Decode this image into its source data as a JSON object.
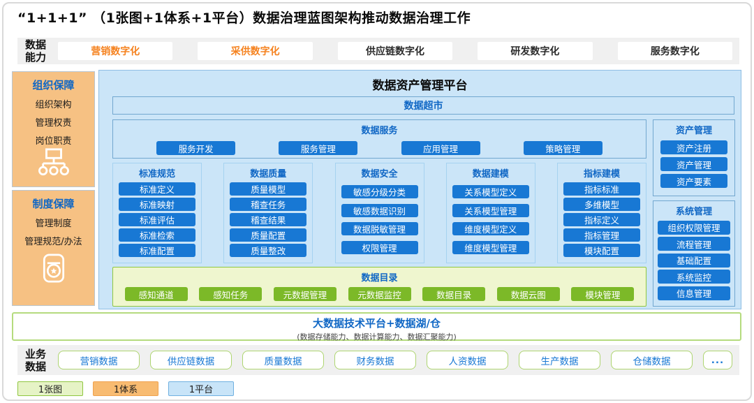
{
  "title": "“1+1+1”  （1张图+1体系+1平台）数据治理蓝图架构推动数据治理工作",
  "colors": {
    "accent_blue": "#1878D4",
    "title_blue": "#1067C5",
    "accent_orange": "#F5821F",
    "panel_blue": "#CBE5F8",
    "guard_orange": "#F6C183",
    "catalog_green_bg": "#EFF6CF",
    "button_green": "#7CB928",
    "strip_gray": "#F0F0F0"
  },
  "capability_bar": {
    "label": "数据能力",
    "items": [
      "营销数字化",
      "采供数字化",
      "供应链数字化",
      "研发数字化",
      "服务数字化"
    ],
    "highlight_indexes": [
      0,
      1
    ]
  },
  "org_guarantee": {
    "title": "组织保障",
    "items": [
      "组织架构",
      "管理权责",
      "岗位职责"
    ],
    "icon": "org-chart-icon"
  },
  "policy_guarantee": {
    "title": "制度保障",
    "items": [
      "管理制度",
      "管理规范/办法"
    ],
    "icon": "certificate-icon"
  },
  "platform": {
    "title": "数据资产管理平台",
    "data_mart": "数据超市",
    "data_service": {
      "title": "数据服务",
      "buttons": [
        "服务开发",
        "服务管理",
        "应用管理",
        "策略管理"
      ]
    },
    "modules": [
      {
        "title": "标准规范",
        "buttons": [
          "标准定义",
          "标准映射",
          "标准评估",
          "标准检索",
          "标准配置"
        ]
      },
      {
        "title": "数据质量",
        "buttons": [
          "质量模型",
          "稽查任务",
          "稽查结果",
          "质量配置",
          "质量整改"
        ]
      },
      {
        "title": "数据安全",
        "buttons": [
          "敏感分级分类",
          "敏感数据识别",
          "数据脱敏管理",
          "权限管理"
        ]
      },
      {
        "title": "数据建模",
        "buttons": [
          "关系模型定义",
          "关系模型管理",
          "维度模型定义",
          "维度模型管理"
        ]
      },
      {
        "title": "指标建模",
        "buttons": [
          "指标标准",
          "多维模型",
          "指标定义",
          "指标管理",
          "模块配置"
        ]
      }
    ],
    "asset_management": {
      "title": "资产管理",
      "buttons": [
        "资产注册",
        "资产管理",
        "资产要素"
      ]
    },
    "system_management": {
      "title": "系统管理",
      "buttons": [
        "组织权限管理",
        "流程管理",
        "基础配置",
        "系统监控",
        "信息管理"
      ]
    },
    "data_catalog": {
      "title": "数据目录",
      "buttons": [
        "感知通道",
        "感知任务",
        "元数据管理",
        "元数据监控",
        "数据目录",
        "数据云图",
        "模块管理"
      ]
    }
  },
  "bigdata_platform": {
    "title": "大数据技术平台+数据湖/仓",
    "subtitle": "(数据存储能力、数据计算能力、数据汇聚能力)"
  },
  "business_bar": {
    "label": "业务数据",
    "items": [
      "营销数据",
      "供应链数据",
      "质量数据",
      "财务数据",
      "人资数据",
      "生产数据",
      "仓储数据",
      "..."
    ]
  },
  "legend": [
    {
      "label": "1张图",
      "type": "green"
    },
    {
      "label": "1体系",
      "type": "orange"
    },
    {
      "label": "1平台",
      "type": "blue"
    }
  ]
}
